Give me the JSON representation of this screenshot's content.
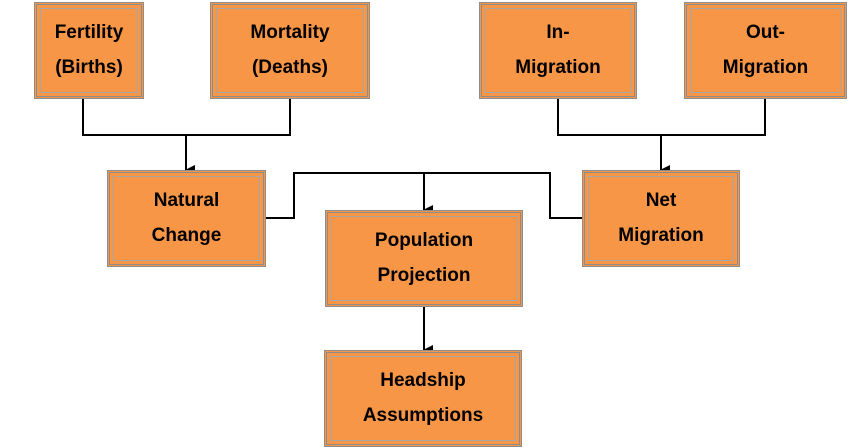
{
  "nodes": {
    "fertility": {
      "line1": "Fertility",
      "line2": "(Births)"
    },
    "mortality": {
      "line1": "Mortality",
      "line2": "(Deaths)"
    },
    "in_migration": {
      "line1": "In-",
      "line2": "Migration"
    },
    "out_migration": {
      "line1": "Out-",
      "line2": "Migration"
    },
    "natural_change": {
      "line1": "Natural",
      "line2": "Change"
    },
    "net_migration": {
      "line1": "Net",
      "line2": "Migration"
    },
    "population_projection": {
      "line1": "Population",
      "line2": "Projection"
    },
    "headship_assumptions": {
      "line1": "Headship",
      "line2": "Assumptions"
    }
  },
  "colors": {
    "box_fill": "#f79646",
    "box_border": "#8c8c8c",
    "connector": "#000000"
  }
}
